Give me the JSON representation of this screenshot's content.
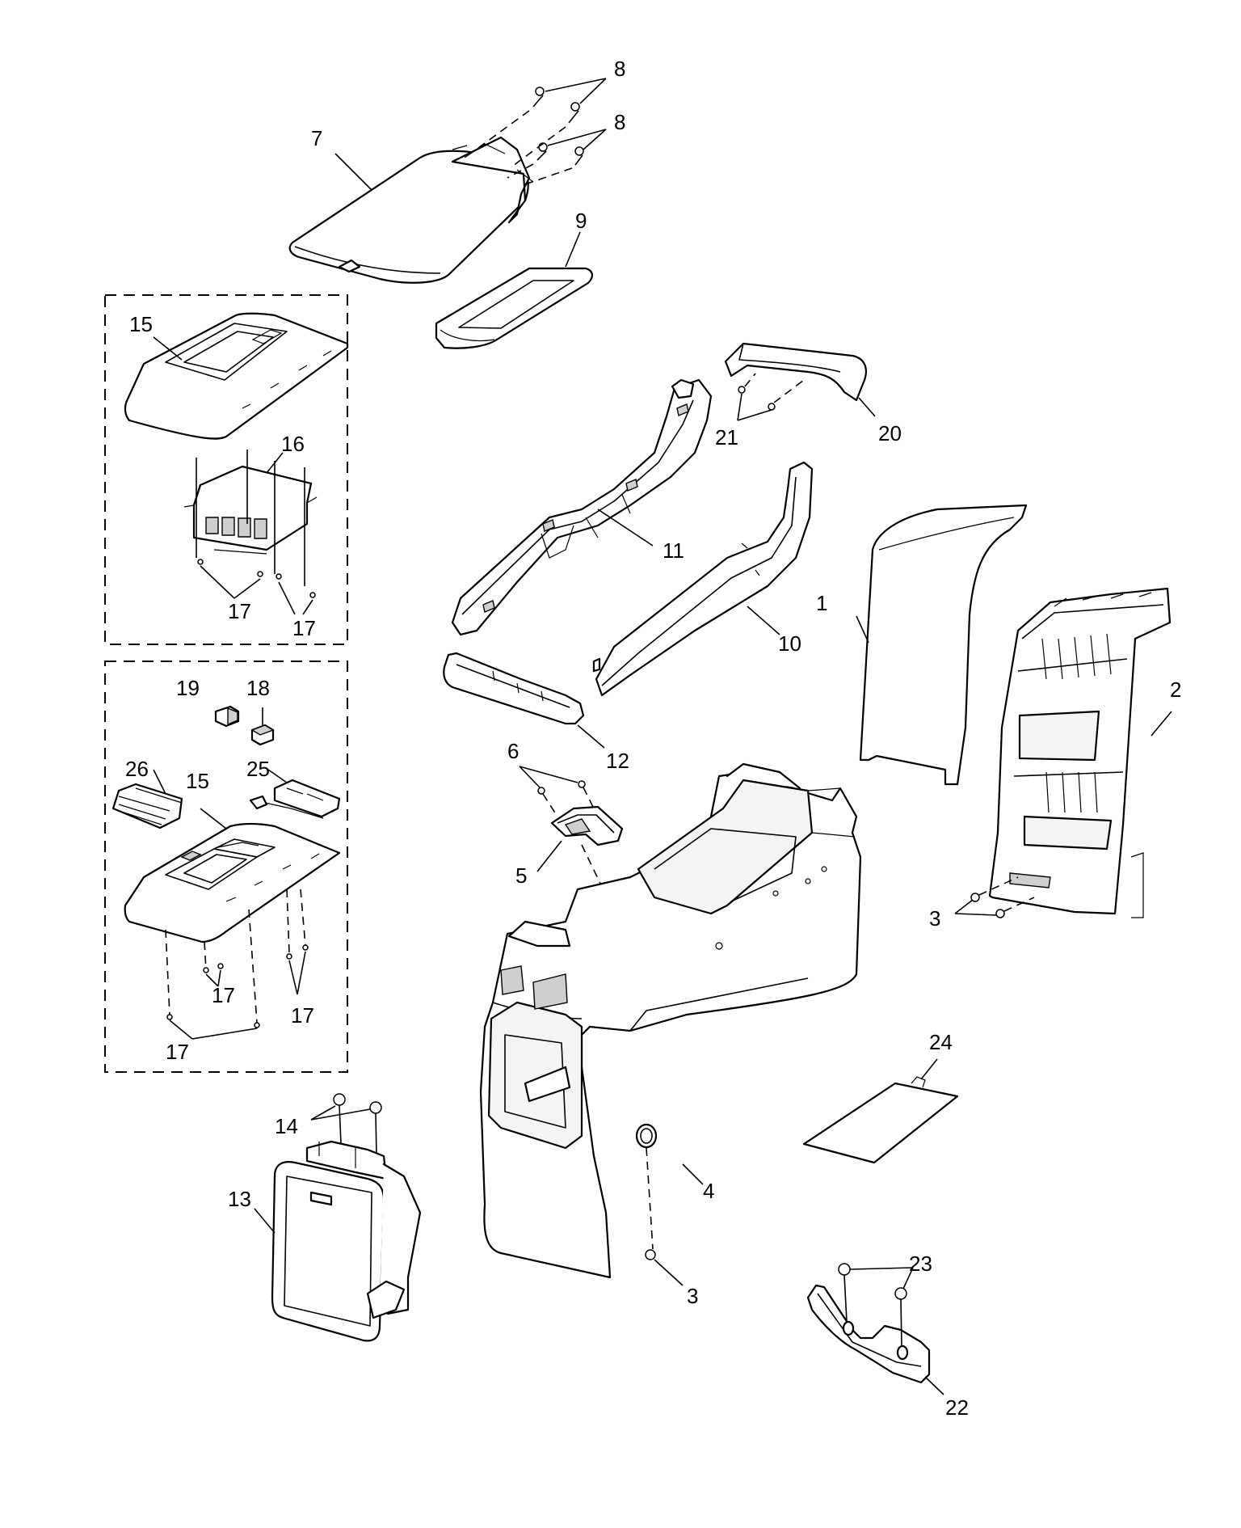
{
  "diagram": {
    "callouts": {
      "c1": "1",
      "c2": "2",
      "c3a": "3",
      "c3b": "3",
      "c4": "4",
      "c5": "5",
      "c6": "6",
      "c7": "7",
      "c8a": "8",
      "c8b": "8",
      "c9": "9",
      "c10": "10",
      "c11": "11",
      "c12": "12",
      "c13": "13",
      "c14": "14",
      "c15a": "15",
      "c15b": "15",
      "c16": "16",
      "c17a": "17",
      "c17b": "17",
      "c17c": "17",
      "c17d": "17",
      "c17e": "17",
      "c18": "18",
      "c19": "19",
      "c20": "20",
      "c21": "21",
      "c22": "22",
      "c23": "23",
      "c24": "24",
      "c25": "25",
      "c26": "26"
    }
  }
}
